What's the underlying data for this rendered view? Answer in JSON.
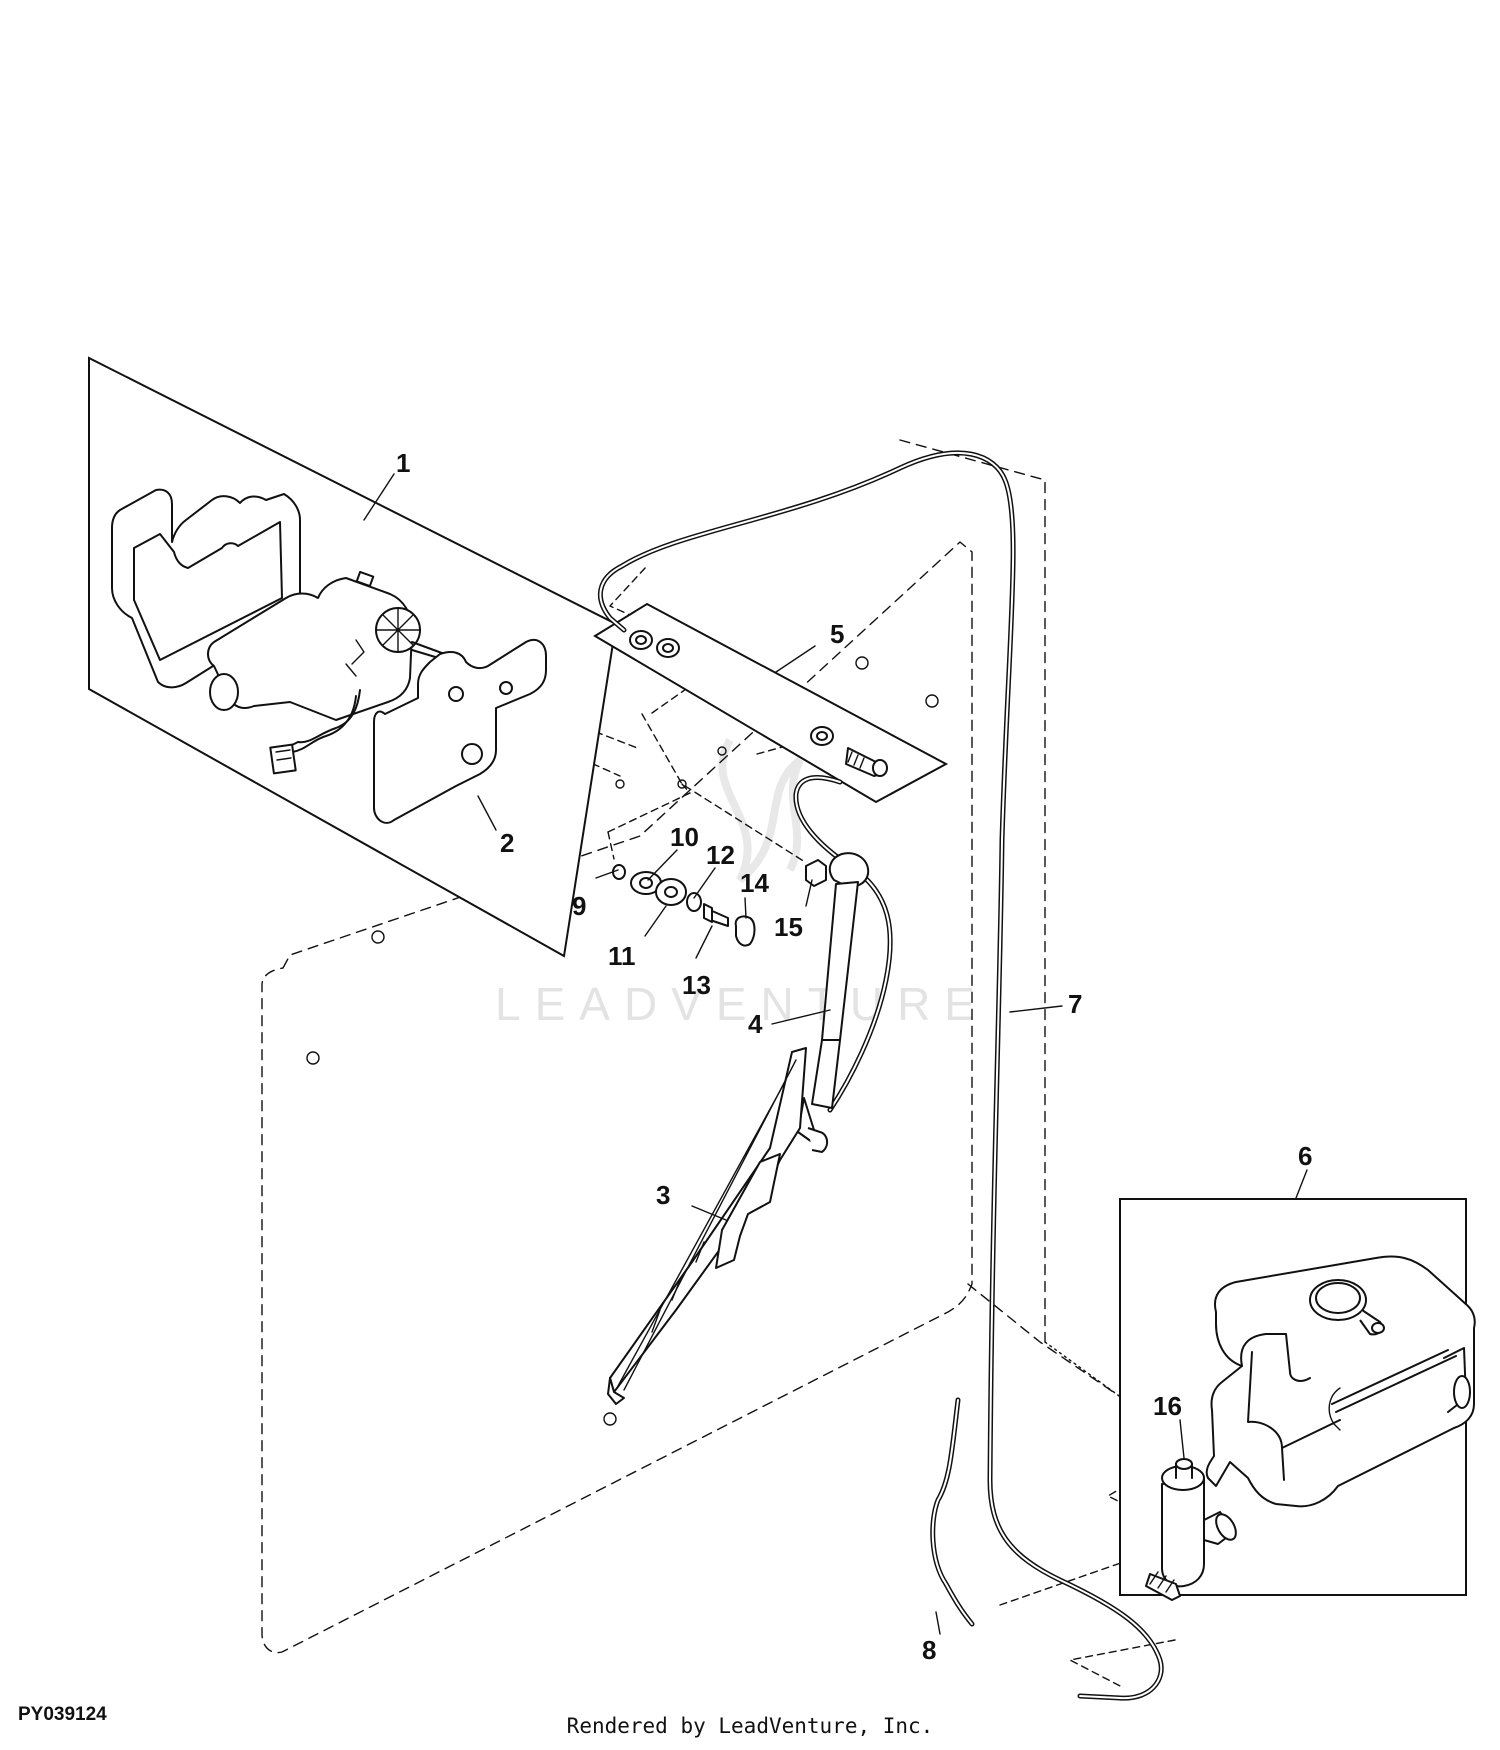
{
  "figure_id": "PY039124",
  "credit": "Rendered by LeadVenture, Inc.",
  "watermark": "LEADVENTURE",
  "callouts": [
    "1",
    "2",
    "3",
    "4",
    "5",
    "6",
    "7",
    "8",
    "9",
    "10",
    "11",
    "12",
    "13",
    "14",
    "15",
    "16"
  ],
  "line_color": "#111111",
  "watermark_color": "#e3e3e3"
}
